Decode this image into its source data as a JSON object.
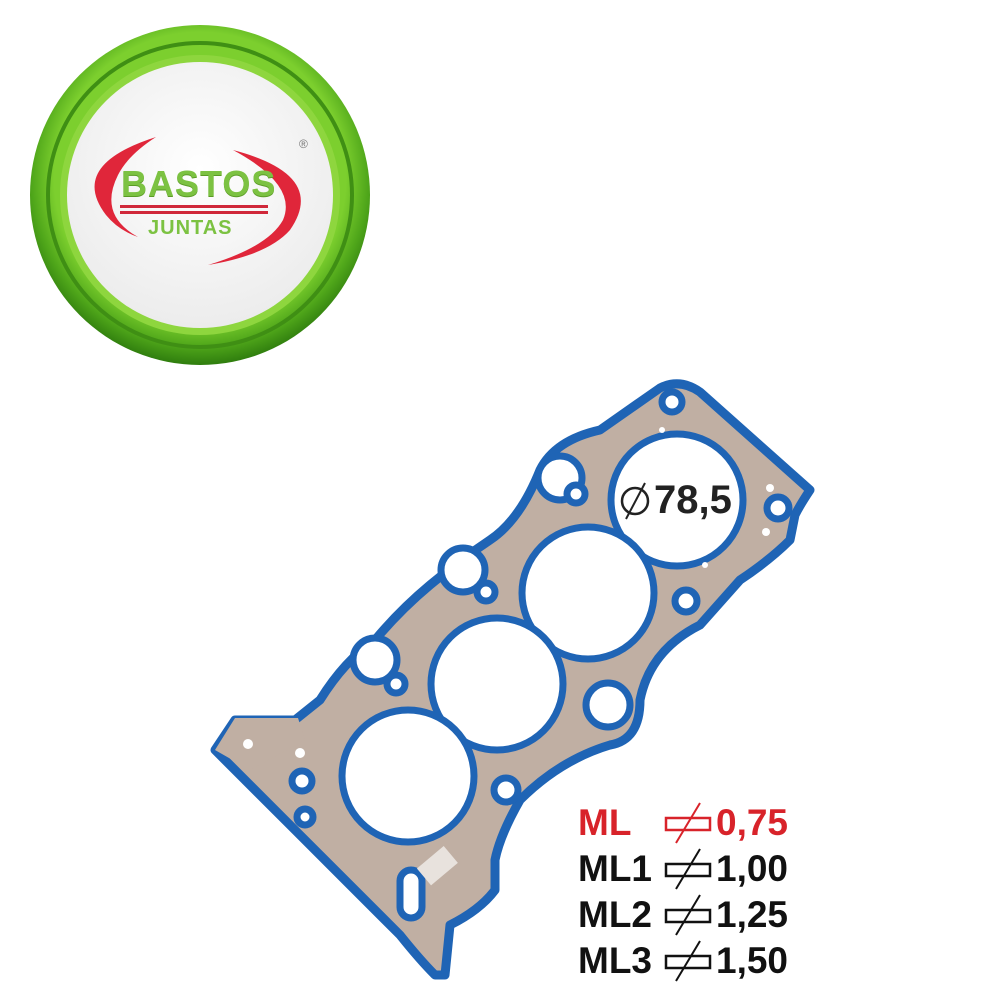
{
  "logo": {
    "brand_line1": "BASTOS",
    "brand_line2": "JUNTAS",
    "registered_mark": "®",
    "colors": {
      "ring": "#5fb323",
      "ring_dark": "#3f8f14",
      "text": "#7cc242",
      "swoosh": "#e0263a",
      "bg": "#f4f4f4"
    }
  },
  "product": {
    "type": "cylinder head gasket",
    "cylinders": 4,
    "bore_label": "78,5",
    "bore_symbol": "diameter-icon",
    "colors": {
      "body": "#c0afa3",
      "seal": "#1f64b5"
    }
  },
  "legend": {
    "rows": [
      {
        "code": "ML",
        "value": "0,75",
        "color": "#d8232a",
        "icon": "thickness-icon"
      },
      {
        "code": "ML1",
        "value": "1,00",
        "color": "#111111",
        "icon": "thickness-icon"
      },
      {
        "code": "ML2",
        "value": "1,25",
        "color": "#111111",
        "icon": "thickness-icon"
      },
      {
        "code": "ML3",
        "value": "1,50",
        "color": "#111111",
        "icon": "thickness-icon"
      }
    ]
  }
}
